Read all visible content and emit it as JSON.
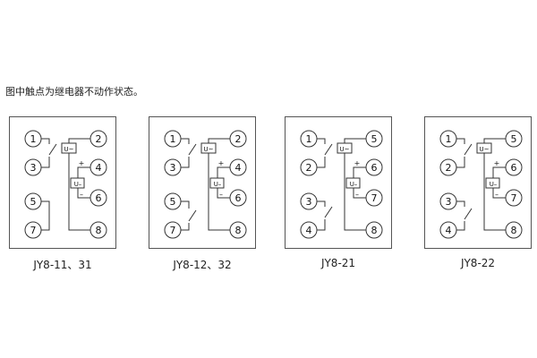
{
  "note": "图中触点为继电器不动作状态。",
  "coil_label": "U~",
  "dc_label": "U–",
  "plus_sign": "+",
  "minus_sign": "–",
  "colors": {
    "line": "#333333",
    "border": "#555555",
    "text": "#111111"
  },
  "panels": [
    {
      "label": "JY8-11、31",
      "left": [
        "1",
        "3",
        "5",
        "7"
      ],
      "right": [
        "2",
        "4",
        "6",
        "8"
      ]
    },
    {
      "label": "JY8-12、32",
      "left": [
        "1",
        "3",
        "5",
        "7"
      ],
      "right": [
        "2",
        "4",
        "6",
        "8"
      ]
    },
    {
      "label": "JY8-21",
      "left": [
        "1",
        "2",
        "3",
        "4"
      ],
      "right": [
        "5",
        "6",
        "7",
        "8"
      ]
    },
    {
      "label": "JY8-22",
      "left": [
        "1",
        "2",
        "3",
        "4"
      ],
      "right": [
        "5",
        "6",
        "7",
        "8"
      ]
    }
  ]
}
